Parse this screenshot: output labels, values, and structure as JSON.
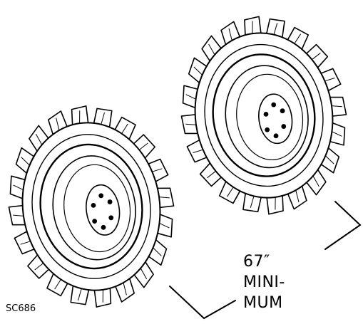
{
  "dimension": {
    "value": "67″",
    "line1": "MINI-",
    "line2": "MUM"
  },
  "figure_code": "SC686",
  "icons": {
    "left_wheel": "tractor-tire-icon",
    "right_wheel": "tractor-tire-icon"
  },
  "colors": {
    "ink": "#000000",
    "paper": "#ffffff"
  }
}
